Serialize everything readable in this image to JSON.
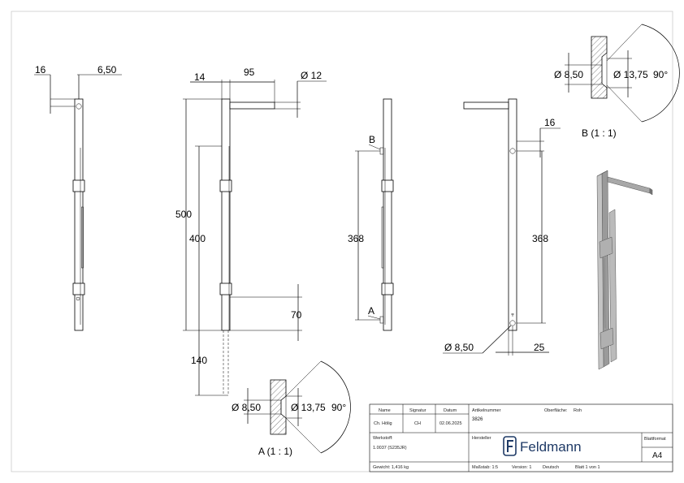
{
  "dimensions": {
    "view1": {
      "d16": "16",
      "d650": "6,50"
    },
    "view2": {
      "d14": "14",
      "d95": "95",
      "dia12": "Ø 12",
      "d500": "500",
      "d400": "400",
      "d70": "70",
      "d140": "140"
    },
    "view3": {
      "d368": "368",
      "labelB": "B",
      "labelA": "A"
    },
    "view4": {
      "d16": "16",
      "d368": "368",
      "dia850": "Ø 8,50",
      "d25": "25"
    }
  },
  "details": {
    "A": {
      "title": "A (1 : 1)",
      "dia_small": "Ø 8,50",
      "dia_large": "Ø 13,75",
      "angle": "90°"
    },
    "B": {
      "title": "B (1 : 1)",
      "dia_small": "Ø 8,50",
      "dia_large": "Ø 13,75",
      "angle": "90°"
    }
  },
  "title_block": {
    "headers": {
      "name": "Name",
      "signature": "Signatur",
      "date": "Datum"
    },
    "row": {
      "name": "Ch. Hölig",
      "signature": "CH",
      "date": "02.06.2025"
    },
    "article_label": "Artikelnummer",
    "article_value": "3826",
    "surface_label": "Oberfläche:",
    "surface_value": "Roh",
    "material_label": "Werkstoff:",
    "material_value": "1.0037 (S235JR)",
    "manufacturer_label": "Hersteller",
    "brand": "Feldmann",
    "format_label": "Blattformat",
    "format_value": "A4",
    "weight": "Gewicht: 1,416 kg",
    "scale": "Maßstab: 1:5",
    "version": "Version: 1",
    "language": "Deutsch",
    "sheet": "Blatt 1 von 1"
  }
}
